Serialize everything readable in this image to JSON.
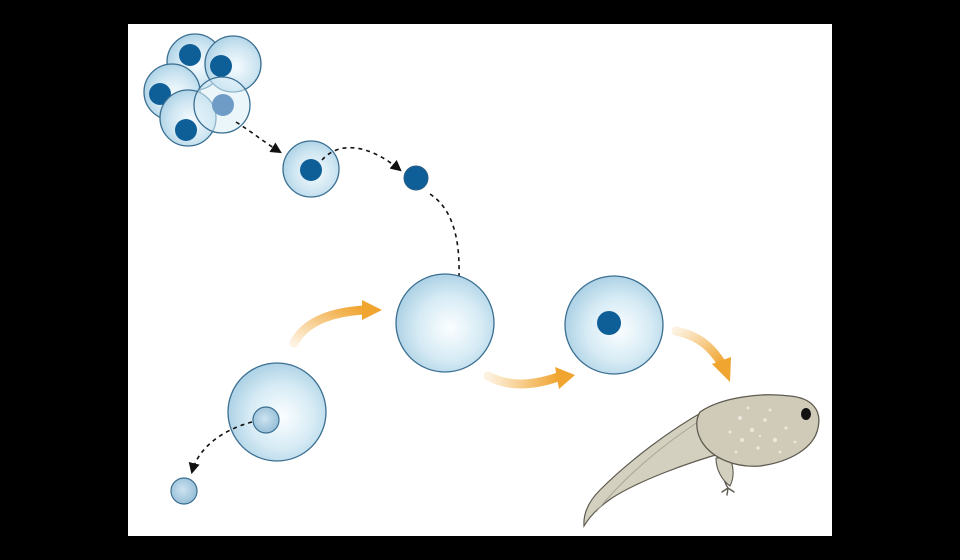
{
  "diagram": {
    "caption": "",
    "palette": {
      "background": "#000000",
      "panel": "#ffffff",
      "cell_light": "#f4fbff",
      "cell_mid": "#c7e1ef",
      "cell_edge": "#9fc9df",
      "cell_outline": "#3a6f92",
      "nucleus": "#0e5f98",
      "nucleus_faded": "#6f9cc6",
      "dashed_arrow": "#111111",
      "process_arrow": "#f0a531",
      "tadpole_body": "#cfcbb8",
      "tadpole_outline": "#5e5b50"
    },
    "stages": [
      {
        "id": "donor-cell-cluster",
        "icon": "cell-cluster-icon"
      },
      {
        "id": "isolated-donor-cell",
        "icon": "cell-icon"
      },
      {
        "id": "extracted-nucleus",
        "icon": "nucleus-icon"
      },
      {
        "id": "recipient-egg",
        "icon": "egg-cell-icon"
      },
      {
        "id": "removed-egg-nucleus",
        "icon": "nucleus-icon"
      },
      {
        "id": "enucleated-egg",
        "icon": "egg-cell-icon"
      },
      {
        "id": "egg-with-donor-nucleus",
        "icon": "egg-cell-icon"
      },
      {
        "id": "tadpole",
        "icon": "tadpole-icon"
      }
    ]
  }
}
